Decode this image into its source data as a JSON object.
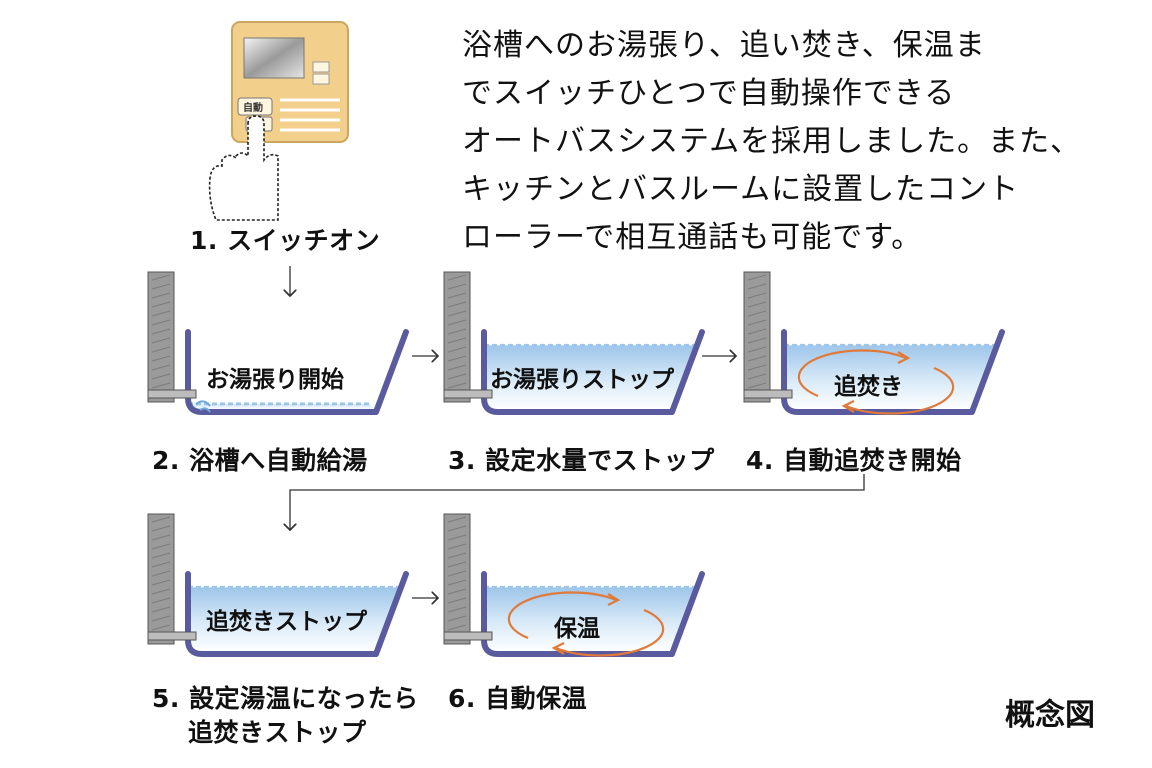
{
  "description": {
    "lines": [
      "浴槽へのお湯張り、追い焚き、保温ま",
      "でスイッチひとつで自動操作できる",
      "オートバスシステムを採用しました。また、",
      "キッチンとバスルームに設置したコント",
      "ローラーで相互通話も可能です。"
    ]
  },
  "controller": {
    "button_label": "自動"
  },
  "steps": [
    {
      "label": "1. スイッチオン"
    },
    {
      "label": "2. 浴槽へ自動給湯",
      "tub_text": "お湯張り開始",
      "fill": 0.08
    },
    {
      "label": "3. 設定水量でストップ",
      "tub_text": "お湯張りストップ",
      "fill": 0.85
    },
    {
      "label": "4. 自動追焚き開始",
      "tub_text": "追焚き",
      "fill": 0.85
    },
    {
      "label_line1": "5. 設定湯温になったら",
      "label_line2": "追焚きストップ",
      "tub_text": "追焚きストップ",
      "fill": 0.85
    },
    {
      "label": "6. 自動保温",
      "tub_text": "保温",
      "fill": 0.85
    }
  ],
  "caption": "概念図",
  "colors": {
    "tub_outline": "#5a5a9e",
    "water_top": "#9ec6ea",
    "wall": "#9a9a9a",
    "circulation_arrow": "#e07a3a",
    "controller_body": "#f2cf8a"
  }
}
